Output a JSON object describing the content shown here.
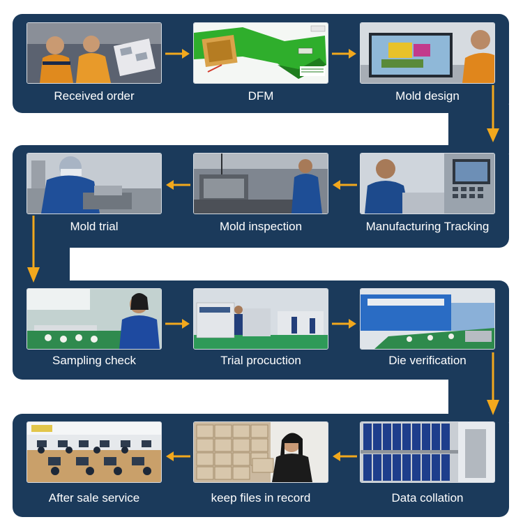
{
  "steps": [
    {
      "label": "Received order",
      "image": "workers-reviewing-order-documents"
    },
    {
      "label": "DFM",
      "image": "cad-part-model"
    },
    {
      "label": "Mold  design",
      "image": "engineer-at-cad-monitor"
    },
    {
      "label": "Manufacturing Tracking",
      "image": "operator-at-cnc-control-panel"
    },
    {
      "label": "Mold inspection",
      "image": "technician-in-mold-workshop"
    },
    {
      "label": "Mold trial",
      "image": "worker-grinding-mold-part"
    },
    {
      "label": "Sampling check",
      "image": "inspector-checking-samples"
    },
    {
      "label": "Trial procuction",
      "image": "injection-molding-machines"
    },
    {
      "label": "Die verification",
      "image": "molding-machine-conveyor"
    },
    {
      "label": "Data collation",
      "image": "blue-binders-on-shelves"
    },
    {
      "label": "keep files in record",
      "image": "clerk-at-file-archive"
    },
    {
      "label": "After sale service",
      "image": "office-service-team"
    }
  ],
  "colors": {
    "band": "#1b3a5b",
    "arrow": "#f2a81d",
    "text": "#ffffff"
  }
}
